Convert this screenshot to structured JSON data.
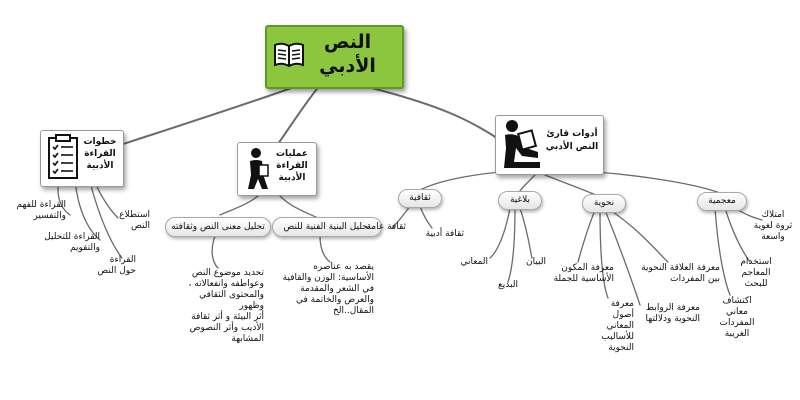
{
  "central": {
    "title": "النص\nالأدبي",
    "icon": "open-book-icon"
  },
  "reading_steps": {
    "title": "خطوات\nالقراءة\nالأدبية",
    "icon": "checklist-clipboard-icon",
    "items": [
      "القراءة للفهم\nوالتفسير",
      "القراءة للتحليل\nوالتقويم",
      "استطلاع\nالنص",
      "القراءة\nحول النص"
    ]
  },
  "reading_processes": {
    "title": "عمليات\nالقراءة\nالأدبية",
    "icon": "person-reading-icon",
    "branches": [
      {
        "label": "تحليل معنى النص وثقافته",
        "detail": "تحديد موضوع النص\nوعواطفه وانفعالاته ،\nوالمحتوى الثقافي وظهور\nأثر البيئة و أثر ثقافة\nالأديب وأثر النصوص\nالمشابهة"
      },
      {
        "label": "تحليل البنية الفنية للنص",
        "detail": "يقصد به عناصره\nالأساسية: الوزن والقافية\nفي الشعر والمقدمة\nوالعرض والخاتمة في\nالمقال..الخ"
      }
    ]
  },
  "reader_tools": {
    "title": "أدوات قارئ\nالنص الأدبي",
    "icon": "person-reading-book-icon",
    "categories": [
      {
        "label": "ثقافية",
        "items": [
          "ثقافة أدبية",
          "ثقافة عامة"
        ]
      },
      {
        "label": "بلاغية",
        "items": [
          "المعاني",
          "البديع",
          "البيان"
        ]
      },
      {
        "label": "نحوية",
        "items": [
          "معرفة المكون\nالأساسية للجملة",
          "معرفة\nأصول\nالمعاني\nللأساليب\nالنحوية",
          "معرفة الروابط\nالنحوية ودلالتها",
          "معرفة العلاقة النحوية\nبين المفردات"
        ]
      },
      {
        "label": "معجمية",
        "items": [
          "اكتشاف\nمعاني\nالمفردات\nالغريبة",
          "استخدام\nالمعاجم\nللبحث",
          "امتلاك\nثروة لغوية\nواسعة"
        ]
      }
    ]
  }
}
